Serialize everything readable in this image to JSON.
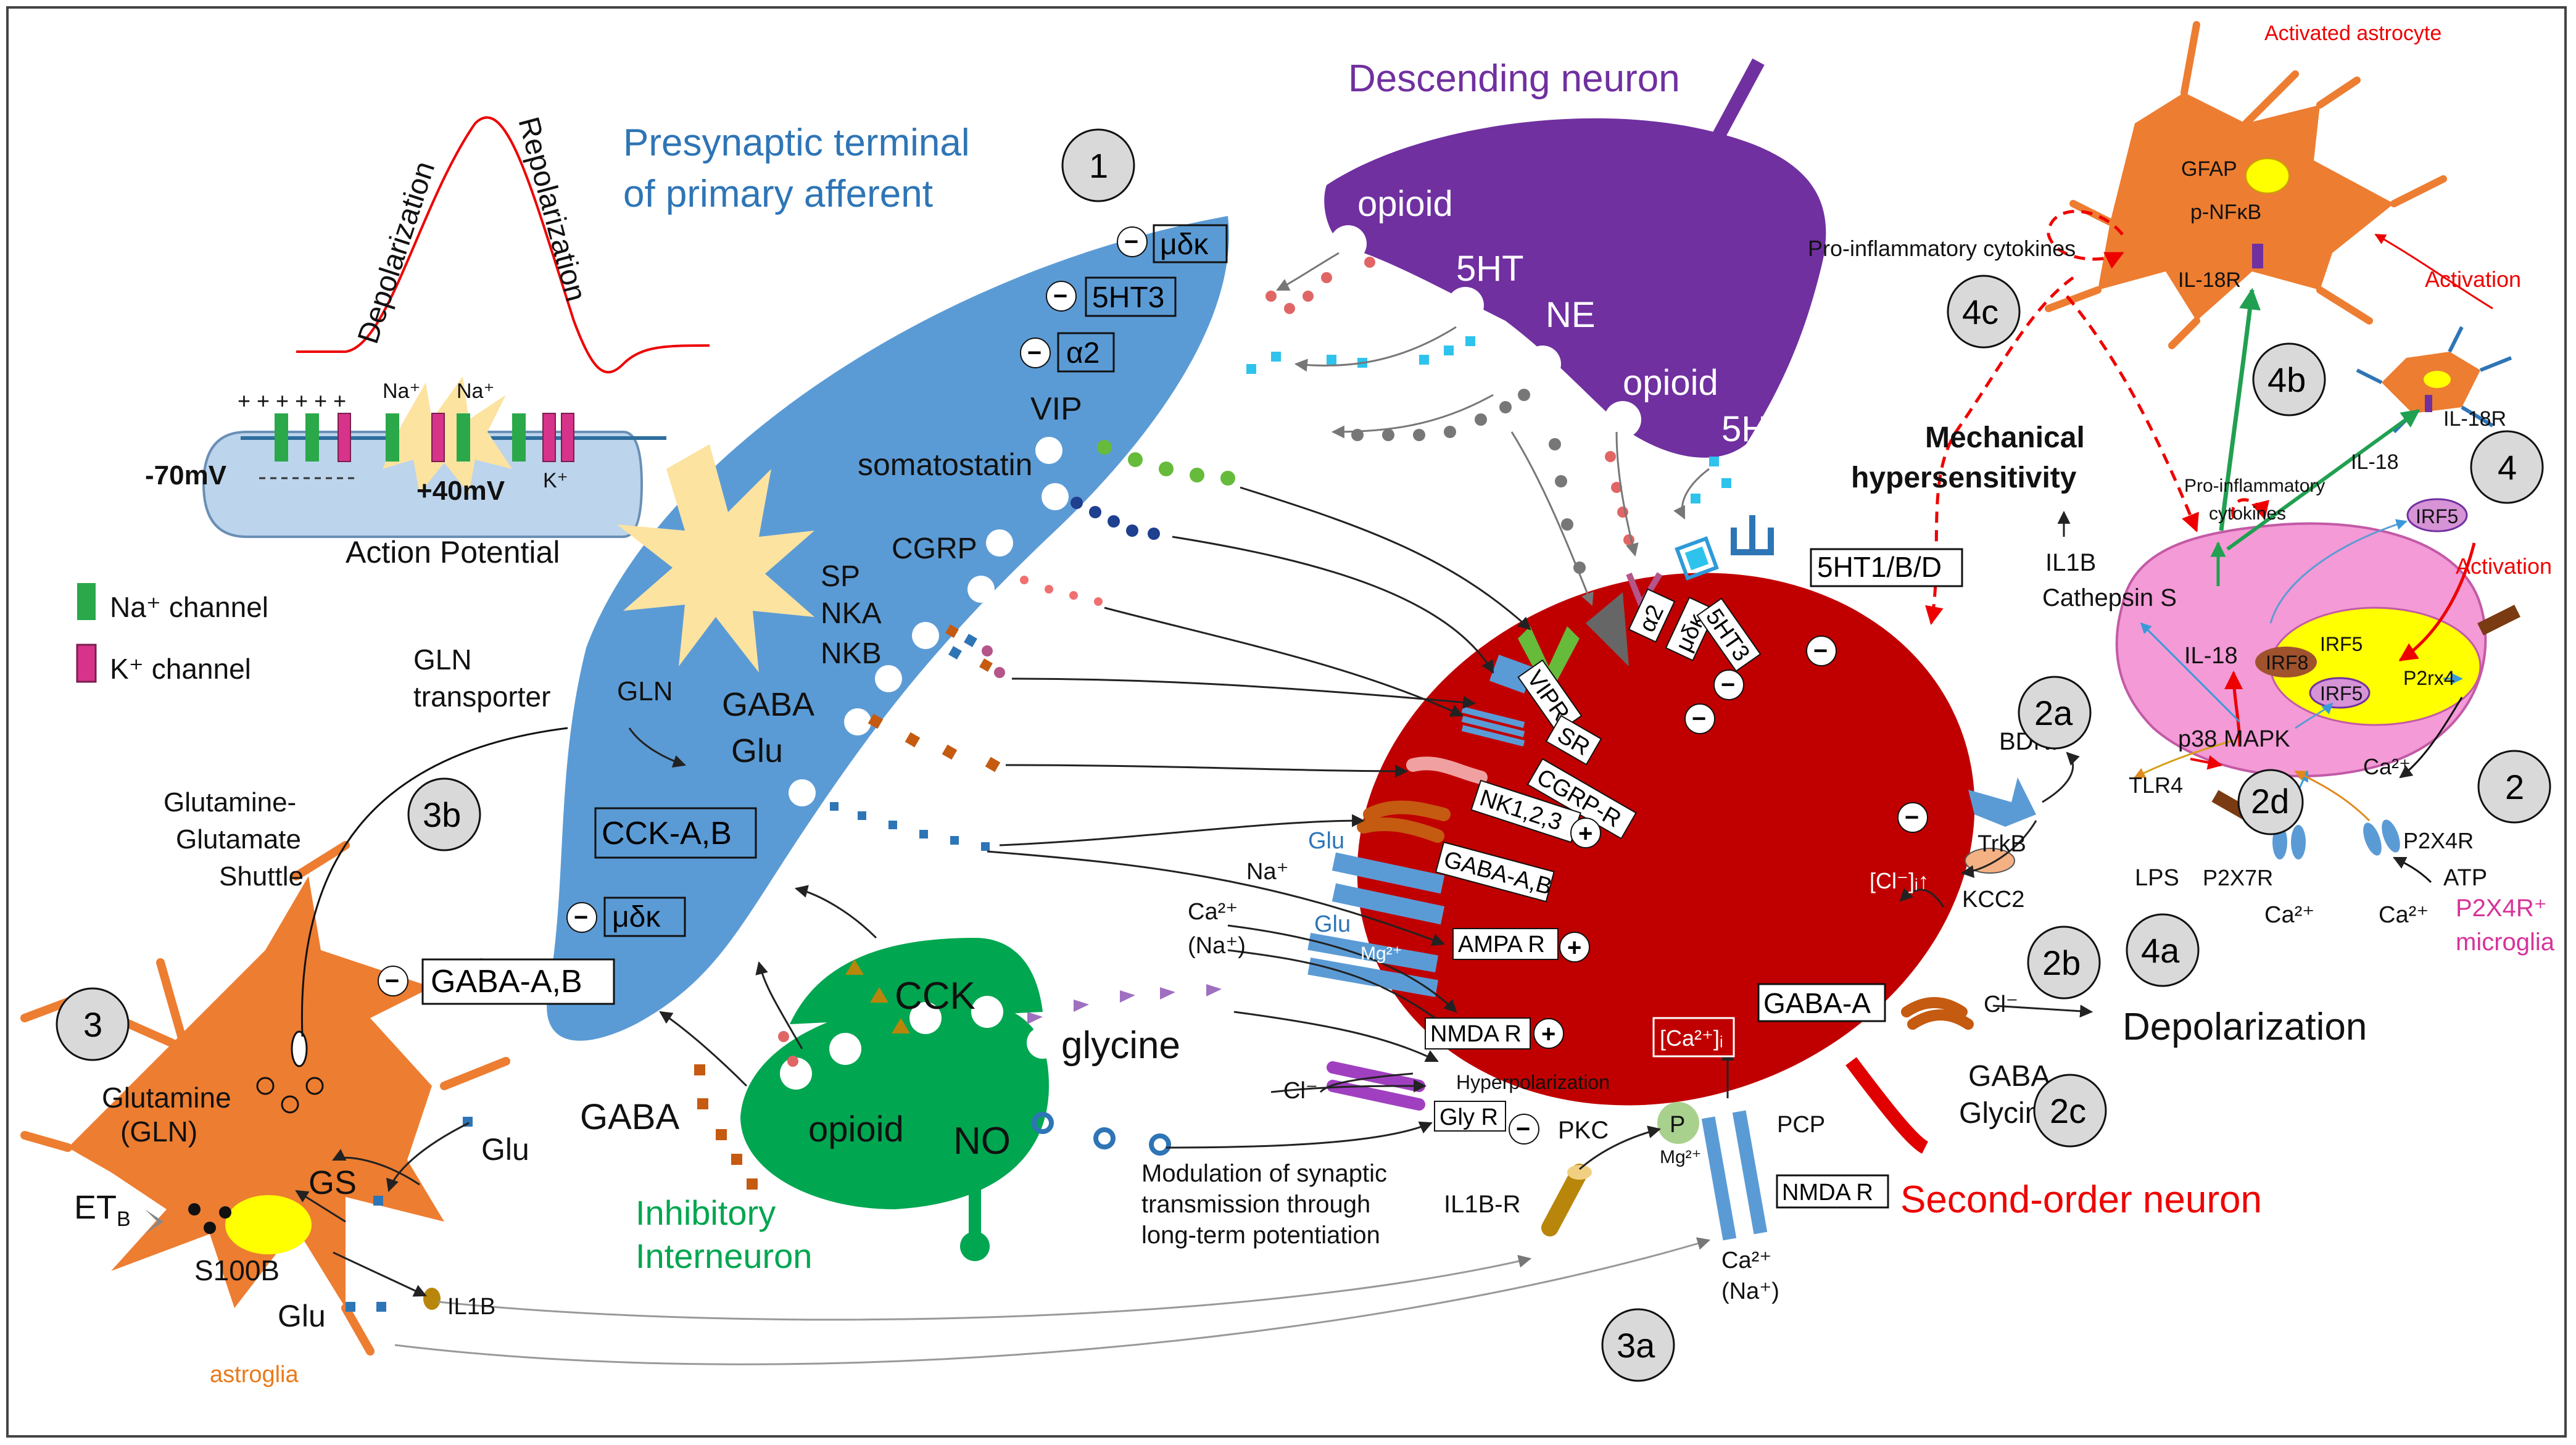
{
  "texts": {
    "depolarization": "Depolarization",
    "repolarization": "Repolarization",
    "plus_signs": "+ + + + + +",
    "na_plus": "Na⁺",
    "k_plus": "K⁺",
    "minus70": "-70mV",
    "plus40": "+40mV",
    "action_potential": "Action Potential",
    "na_channel": "Na⁺ channel",
    "k_channel": "K⁺ channel",
    "gln_transporter_1": "GLN",
    "gln_transporter_2": "transporter",
    "glu_shuttle_1": "Glutamine-",
    "glu_shuttle_2": "Glutamate",
    "glu_shuttle_3": "Shuttle",
    "presyn_1": "Presynaptic terminal",
    "presyn_2": "of primary afferent",
    "descending": "Descending neuron",
    "opioid": "opioid",
    "fiveht": "5HT",
    "ne": "NE",
    "mudk": "μδκ",
    "fiveht3": "5HT3",
    "alpha2": "α2",
    "vip": "VIP",
    "somatostatin": "somatostatin",
    "cgrp": "CGRP",
    "sp": "SP",
    "nka": "NKA",
    "nkb": "NKB",
    "gln": "GLN",
    "gaba": "GABA",
    "glu": "Glu",
    "cckab": "CCK-A,B",
    "gabaab": "GABA-A,B",
    "cck": "CCK",
    "glycine": "glycine",
    "no": "NO",
    "modulation_1": "Modulation of synaptic",
    "modulation_2": "transmission through",
    "modulation_3": "long-term potentiation",
    "inhib_1": "Inhibitory",
    "inhib_2": "Interneuron",
    "glutamine_1": "Glutamine",
    "glutamine_2": "(GLN)",
    "gs": "GS",
    "etb": "ET",
    "etb_sub": "B",
    "s100b": "S100B",
    "il1b": "IL1B",
    "astroglia": "astroglia",
    "vipr": "VIPR",
    "a2r": "α2",
    "mudk_r": "μδκ",
    "fiveht3_r": "5HT3",
    "fiveht1bd": "5HT1/B/D",
    "sr": "SR",
    "cgrpr": "CGRP-R",
    "nk123": "NK1,2,3",
    "gabaab_r": "GABA-A,B",
    "na_plus2": "Na⁺",
    "ampar": "AMPA R",
    "ca_na_1": "Ca²⁺",
    "ca_na_2": "(Na⁺)",
    "mg": "Mg²⁺",
    "pcp": "PCP",
    "nmdar": "NMDA R",
    "cl": "Cl⁻",
    "hyperpol": "Hyperpolarization",
    "glyr": "Gly R",
    "pkc": "PKC",
    "p": "P",
    "ca_i": "[Ca²⁺]ᵢ",
    "gabaa": "GABA-A",
    "nmdar2": "NMDA R",
    "il1br": "IL1B-R",
    "second_order": "Second-order neuron",
    "bdnf": "BDNF",
    "trkb": "TrkB",
    "kcc2": "KCC2",
    "cli": "[Cl⁻]ᵢ↑",
    "depolarization2": "Depolarization",
    "gaba_glycine_1": "GABA",
    "gaba_glycine_2": "Glycine",
    "mech_1": "Mechanical",
    "mech_2": "hypersensitivity",
    "il1b_cath_1": "IL1B",
    "il1b_cath_2": "Cathepsin S",
    "proinflam": "Pro-inflammatory cytokines",
    "proinflam2_1": "Pro-inflammatory",
    "proinflam2_2": "cytokines",
    "activated_astro": "Activated astrocyte",
    "gfap": "GFAP",
    "pnfkb": "p-NFκB",
    "il18r": "IL-18R",
    "activation": "Activation",
    "il18r2": "IL-18R",
    "il18": "IL-18",
    "irf5": "IRF5",
    "activation2": "Activation",
    "il18b": "IL-18",
    "irf8": "IRF8",
    "irf5b": "IRF5",
    "irf5c": "IRF5",
    "p2rx4": "P2rx4",
    "p38": "p38 MAPK",
    "ca2": "Ca²⁺",
    "tlr4": "TLR4",
    "lps": "LPS",
    "p2x7r": "P2X7R",
    "p2x4r": "P2X4R",
    "atp": "ATP",
    "ca2b": "Ca²⁺",
    "ca2c": "Ca²⁺",
    "p2x4r_micro_1": "P2X4R⁺",
    "p2x4r_micro_2": "microglia",
    "ca_na_bottom_1": "Ca²⁺",
    "ca_na_bottom_2": "(Na⁺)"
  },
  "circles": {
    "c1": "1",
    "c2": "2",
    "c2a": "2a",
    "c2b": "2b",
    "c2c": "2c",
    "c2d": "2d",
    "c3": "3",
    "c3a": "3a",
    "c3b": "3b",
    "c4": "4",
    "c4a": "4a",
    "c4b": "4b",
    "c4c": "4c"
  },
  "signs": {
    "minus": "−",
    "plus": "+"
  },
  "colors": {
    "presyn": "#5b9bd5",
    "descending": "#7030a0",
    "inhib": "#00a650",
    "second": "#c00000",
    "astro": "#ed7d31",
    "microglia": "#f49ad6",
    "yellow": "#ffff00"
  }
}
